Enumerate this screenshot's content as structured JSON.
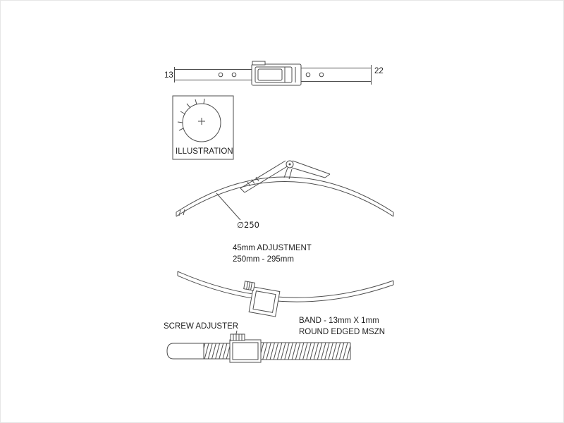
{
  "meta": {
    "background_color": "#ffffff",
    "line_color": "#4d4d4d",
    "text_color": "#1f1f1f"
  },
  "top_view": {
    "dim_left": "13",
    "dim_right": "22"
  },
  "illustration_box": {
    "label": "ILLUSTRATION"
  },
  "main_view": {
    "diameter_label": "∅250",
    "adjustment_line1": "45mm ADJUSTMENT",
    "adjustment_line2": "250mm - 295mm"
  },
  "lower_view": {
    "screw_label": "SCREW ADJUSTER",
    "band_spec_line1": "BAND - 13mm X 1mm",
    "band_spec_line2": "ROUND EDGED MSZN"
  }
}
